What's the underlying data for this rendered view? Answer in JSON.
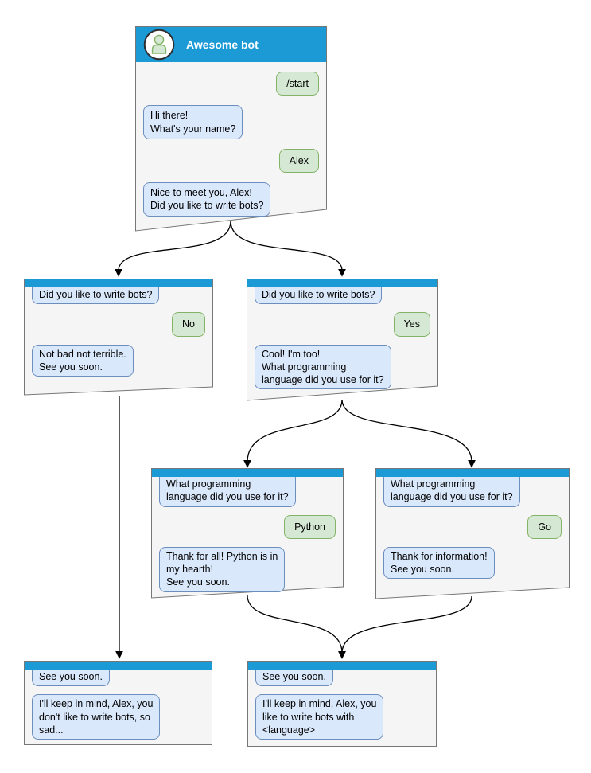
{
  "colors": {
    "header_blue": "#1b9ad6",
    "node_background": "#f5f5f5",
    "node_border": "#777777",
    "bot_bubble_fill": "#dae8fc",
    "bot_bubble_border": "#6c8ebf",
    "user_bubble_fill": "#d5e8d4",
    "user_bubble_border": "#82b366",
    "arrow": "#000000"
  },
  "nodes": [
    {
      "id": "start",
      "title": "Awesome bot",
      "messages": [
        {
          "from": "user",
          "text": "/start"
        },
        {
          "from": "bot",
          "text": "Hi there!\nWhat's your name?"
        },
        {
          "from": "user",
          "text": "Alex"
        },
        {
          "from": "bot",
          "text": "Nice to meet you, Alex!\nDid you like to write bots?"
        }
      ]
    },
    {
      "id": "like-no",
      "messages": [
        {
          "from": "bot",
          "text": "Did you like to write bots?"
        },
        {
          "from": "user",
          "text": "No"
        },
        {
          "from": "bot",
          "text": "Not bad not terrible.\nSee you soon."
        }
      ]
    },
    {
      "id": "like-yes",
      "messages": [
        {
          "from": "bot",
          "text": "Did you like to write bots?"
        },
        {
          "from": "user",
          "text": "Yes"
        },
        {
          "from": "bot",
          "text": "Cool! I'm too!\nWhat programming\nlanguage did you use for it?"
        }
      ]
    },
    {
      "id": "lang-python",
      "messages": [
        {
          "from": "bot",
          "text": "What programming\nlanguage did you use for it?"
        },
        {
          "from": "user",
          "text": "Python"
        },
        {
          "from": "bot",
          "text": "Thank for all! Python is in\nmy hearth!\nSee you soon."
        }
      ]
    },
    {
      "id": "lang-go",
      "messages": [
        {
          "from": "bot",
          "text": "What programming\nlanguage did you use for it?"
        },
        {
          "from": "user",
          "text": "Go"
        },
        {
          "from": "bot",
          "text": "Thank for information!\nSee you soon."
        }
      ]
    },
    {
      "id": "bye-no",
      "messages": [
        {
          "from": "bot",
          "text": "See you soon."
        },
        {
          "from": "bot",
          "text": "I'll keep in mind, Alex, you\ndon't like to write bots, so\nsad..."
        }
      ]
    },
    {
      "id": "bye-yes",
      "messages": [
        {
          "from": "bot",
          "text": "See you soon."
        },
        {
          "from": "bot",
          "text": "I'll keep in mind, Alex, you\nlike to write bots with\n<language>"
        }
      ]
    }
  ],
  "edges": [
    {
      "from": "start",
      "to": "like-no"
    },
    {
      "from": "start",
      "to": "like-yes"
    },
    {
      "from": "like-yes",
      "to": "lang-python"
    },
    {
      "from": "like-yes",
      "to": "lang-go"
    },
    {
      "from": "like-no",
      "to": "bye-no"
    },
    {
      "from": "lang-python",
      "to": "bye-yes"
    },
    {
      "from": "lang-go",
      "to": "bye-yes"
    }
  ]
}
